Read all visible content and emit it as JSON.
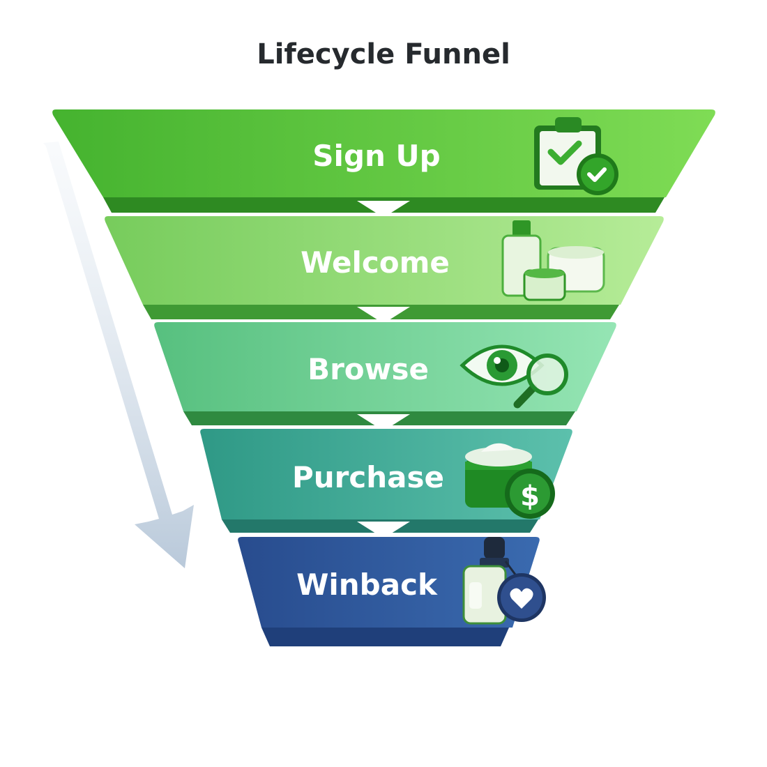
{
  "title": "Lifecycle Funnel",
  "stages": [
    {
      "label": "Sign Up",
      "icon": "clipboard-check-icon",
      "color": "#55c041"
    },
    {
      "label": "Welcome",
      "icon": "skincare-bottles-icon",
      "color": "#8bd870"
    },
    {
      "label": "Browse",
      "icon": "eye-magnifier-icon",
      "color": "#6fcf97"
    },
    {
      "label": "Purchase",
      "icon": "cream-jar-dollar-icon",
      "color": "#3aa390"
    },
    {
      "label": "Winback",
      "icon": "dropper-heart-tag-icon",
      "color": "#2d5496"
    }
  ],
  "colors": {
    "progress_arrow": "#c6d4e2",
    "connector": "#ffffff",
    "title": "#262a2e"
  }
}
